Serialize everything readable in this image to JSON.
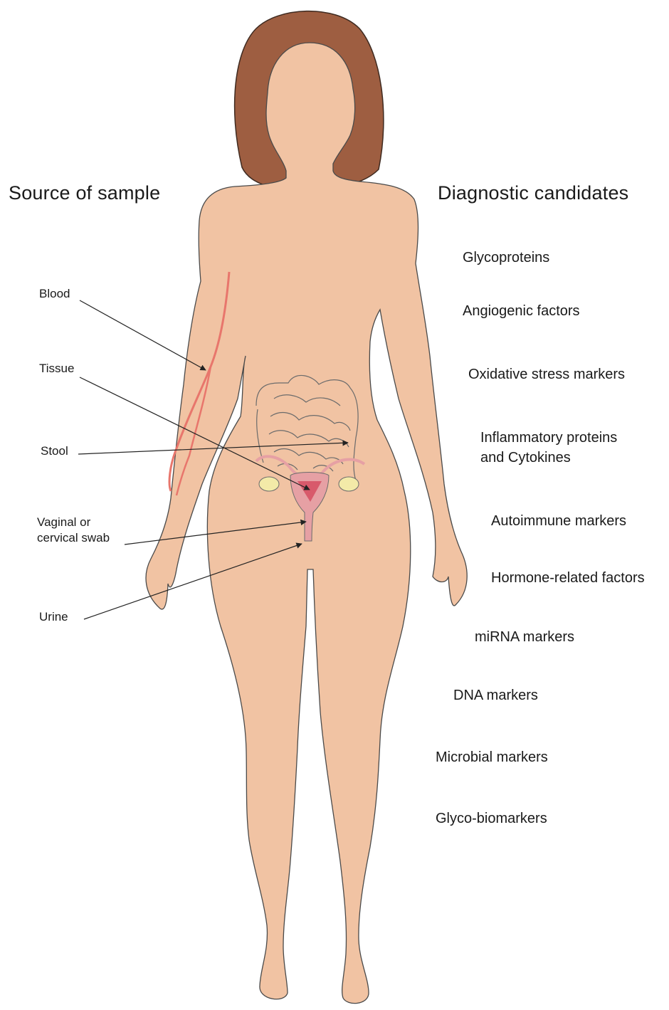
{
  "headings": {
    "source": "Source of sample",
    "candidates": "Diagnostic candidates"
  },
  "sources": [
    {
      "label": "Blood"
    },
    {
      "label": "Tissue"
    },
    {
      "label": "Stool"
    },
    {
      "lines": [
        "Vaginal or",
        "cervical swab"
      ]
    },
    {
      "label": "Urine"
    }
  ],
  "candidates": [
    {
      "label": "Glycoproteins"
    },
    {
      "label": "Angiogenic factors"
    },
    {
      "label": "Oxidative stress markers"
    },
    {
      "lines": [
        "Inflammatory proteins",
        "and Cytokines"
      ]
    },
    {
      "label": "Autoimmune markers"
    },
    {
      "label": "Hormone-related factors"
    },
    {
      "label": "miRNA markers"
    },
    {
      "label": "DNA markers"
    },
    {
      "label": "Microbial markers"
    },
    {
      "label": "Glyco-biomarkers"
    }
  ],
  "colors": {
    "skin": "#f1c3a3",
    "skin_outline": "#4a4a4a",
    "hair": "#9e5e41",
    "vessel": "#e8766c",
    "organ_outline": "#6b6b6b",
    "reproductive": "#e6a0a4",
    "uterus_center": "#d85a6b",
    "ovary": "#f3eaa8",
    "arrow": "#222222"
  }
}
